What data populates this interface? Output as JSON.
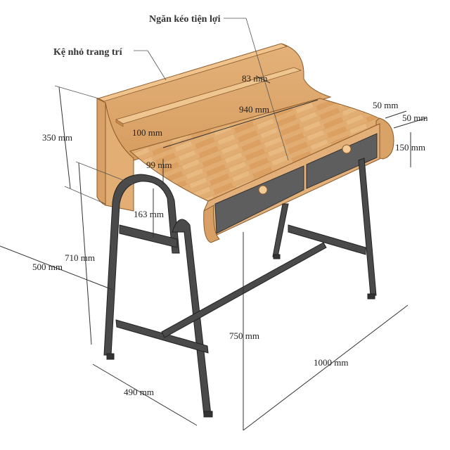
{
  "callouts": {
    "drawer": "Ngăn kéo tiện lợi",
    "shelf": "Kệ nhỏ trang trí"
  },
  "dimensions": {
    "shelf_depth": "83 mm",
    "top_width": "940 mm",
    "gap_to_shelf": "100 mm",
    "panel_height": "350 mm",
    "drawer_height": "99 mm",
    "side_offset_top": "50 mm",
    "side_offset_right": "50 mm",
    "side_panel_depth": "150 mm",
    "leg_arch_height": "163 mm",
    "leg_height": "710 mm",
    "depth_total": "500 mm",
    "total_height": "750 mm",
    "total_width": "1000 mm",
    "leg_depth": "490 mm"
  },
  "colors": {
    "wood_light": "#e9b97e",
    "wood_mid": "#d9a266",
    "wood_dark": "#c98a4c",
    "metal": "#4a4a4a",
    "drawer_front": "#5e5e5e"
  }
}
